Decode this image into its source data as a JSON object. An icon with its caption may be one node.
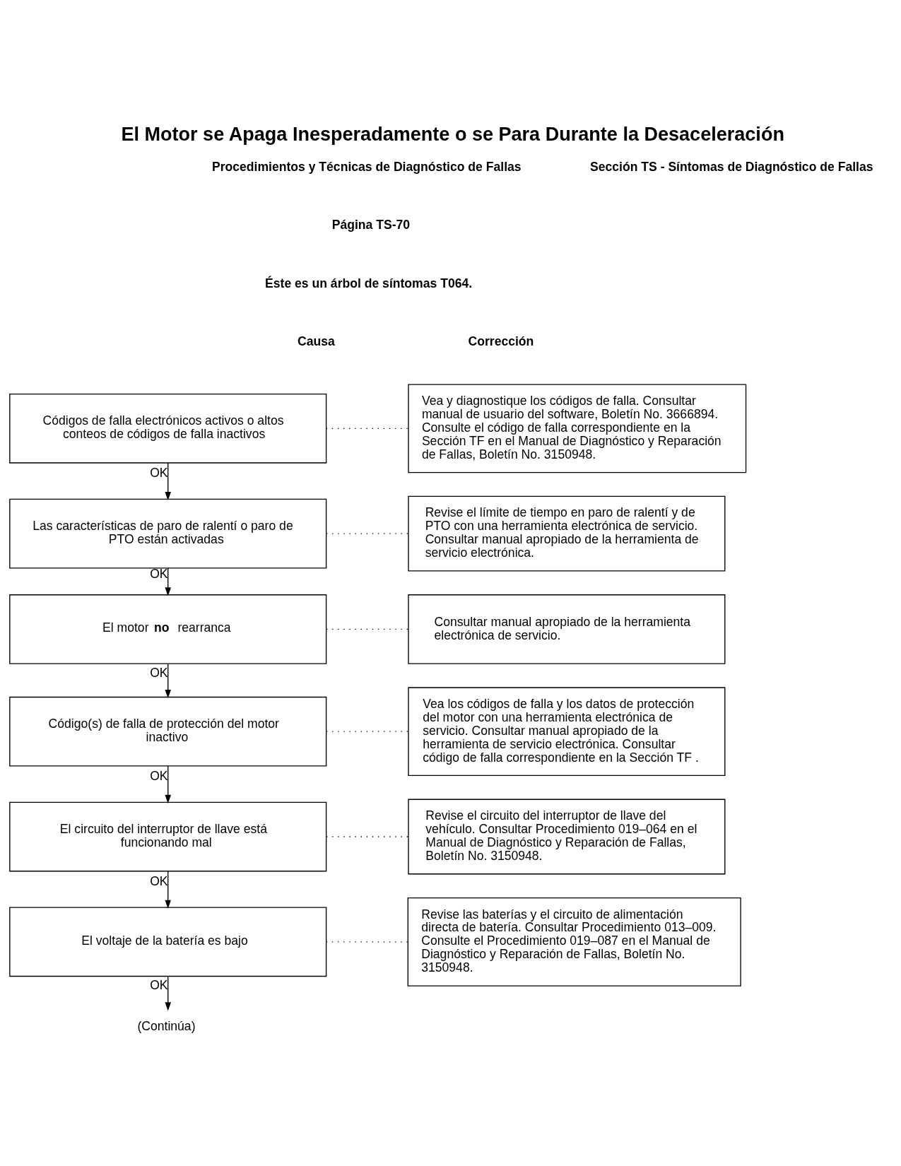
{
  "diagram": {
    "title": "El Motor se Apaga Inesperadamente o se Para Durante la Desaceleración",
    "nodes": [
      {
        "text": [
          "Códigos de falla electrónicos activos o altos conteos de códigos de falla inactivos"
        ]
      },
      {
        "text": [
          "Vea y diagnostique los códigos de falla. Consultar manual de usuario del software, Boletín No. 3666894. Consulte el código de falla correspondiente en la Sección TF en el Manual de Diagnóstico y Reparación de Fallas, Boletín No. 3150948."
        ]
      },
      {
        "text": [
          "Las características de paro de ralentí o paro de PTO están activadas"
        ]
      },
      {
        "text": [
          "Revise el límite de tiempo en paro de ralentí y de PTO con una herramienta electrónica de servicio. Consultar manual apropiado de la herramienta de servicio electrónica."
        ]
      },
      {
        "text": [
          "El motor **no** rearranca"
        ]
      },
      {
        "text": [
          "Consultar manual apropiado de la herramienta electrónica de servicio."
        ]
      },
      {
        "text": [
          "Código(s) de falla de protección del motor inactivo"
        ]
      },
      {
        "text": [
          "Vea los códigos de falla y los datos de protección del motor con una herramienta electrónica de servicio. Consultar manual apropiado de la herramienta de servicio electrónica. Consultar código de falla correspondiente en la Sección TF ."
        ]
      },
      {
        "text": [
          "El circuito del interruptor de llave está funcionando mal"
        ]
      },
      {
        "text": [
          "Revise el circuito del interruptor de llave del vehículo. Consultar Procedimiento 019–064 en el Manual de Diagnóstico y Reparación de Fallas, Boletín No. 3150948."
        ]
      },
      {
        "text": [
          "El voltaje de la batería es bajo"
        ]
      },
      {
        "text": [
          "Revise las baterías y el circuito de alimentación directa de batería. Consultar Procedimiento 013–009. Consulte el Procedimiento 019–087 en el Manual de Diagnóstico y Reparación de Fallas, Boletín No. 3150948."
        ]
      },
      {
        "text": [
          "(Continúa)"
        ]
      }
    ],
    "edges": [
      {
        "from": 0,
        "to": 1,
        "arrow": "none",
        "style": "dashed"
      },
      {
        "from": 0,
        "to": 2,
        "arrow": "to",
        "label": "OK"
      },
      {
        "from": 2,
        "to": 3,
        "arrow": "none",
        "style": "dashed"
      },
      {
        "from": 2,
        "to": 4,
        "arrow": "to",
        "label": "OK"
      },
      {
        "from": 4,
        "to": 5,
        "arrow": "none",
        "style": "dashed"
      },
      {
        "from": 4,
        "to": 6,
        "arrow": "to",
        "label": "OK"
      },
      {
        "from": 6,
        "to": 7,
        "arrow": "none",
        "style": "dashed"
      },
      {
        "from": 6,
        "to": 8,
        "arrow": "to",
        "label": "OK"
      },
      {
        "from": 8,
        "to": 9,
        "arrow": "none",
        "style": "dashed"
      },
      {
        "from": 8,
        "to": 10,
        "arrow": "to",
        "label": "OK"
      },
      {
        "from": 10,
        "to": 11,
        "arrow": "none",
        "style": "dashed"
      },
      {
        "from": 10,
        "to": 12,
        "arrow": "to",
        "label": "OK"
      }
    ],
    "labels": [
      "Procedimientos y Técnicas de Diagnóstico de Fallas",
      "Página TS-70",
      "Sección TS - Síntomas de Diagnóstico de Fallas",
      "Éste es un árbol de síntomas T064.",
      "Causa",
      "Corrección"
    ]
  }
}
